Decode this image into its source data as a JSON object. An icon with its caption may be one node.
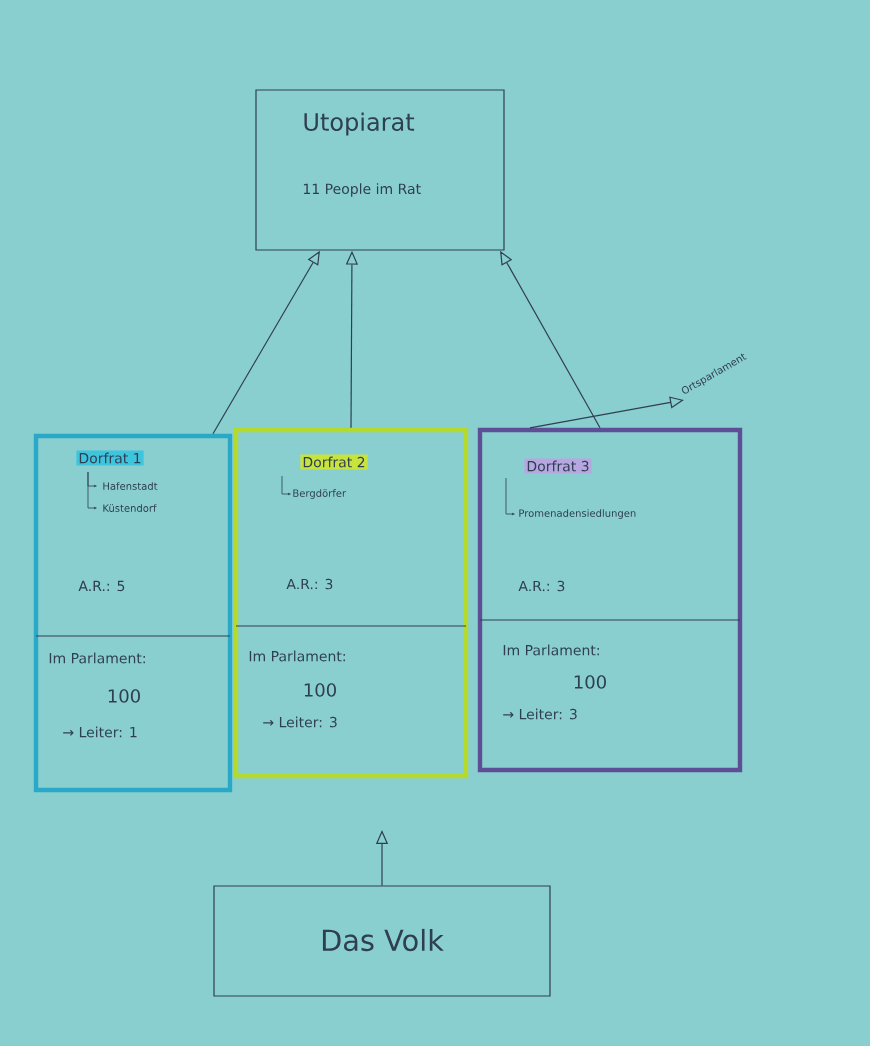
{
  "diagram": {
    "nodes": [
      {
        "text": [
          "Utopiarat",
          "11 People im Rat"
        ]
      },
      {
        "text": [
          "Dorfrat 1",
          "Hafenstadt",
          "Küstendorf",
          "A.R.: 5",
          "Im Parlament:",
          "100",
          "→ Leiter: 1"
        ]
      },
      {
        "text": [
          "Dorfrat 2",
          "Bergdörfer",
          "A.R.: 3",
          "Im Parlament:",
          "100",
          "→ Leiter: 3"
        ]
      },
      {
        "text": [
          "Dorfrat 3",
          "Promenadensiedlungen",
          "A.R.: 3",
          "Im Parlament:",
          "100",
          "→ Leiter: 3"
        ]
      },
      {
        "text": [
          "Ortsparlament"
        ]
      },
      {
        "text": [
          "Das Volk"
        ]
      }
    ],
    "edges": [
      {
        "from": 1,
        "to": 0,
        "arrow": "to"
      },
      {
        "from": 2,
        "to": 0,
        "arrow": "to"
      },
      {
        "from": 3,
        "to": 0,
        "arrow": "to"
      },
      {
        "from": 3,
        "to": 4,
        "arrow": "to"
      },
      {
        "from": 5,
        "to": null,
        "arrow": "to"
      }
    ]
  }
}
